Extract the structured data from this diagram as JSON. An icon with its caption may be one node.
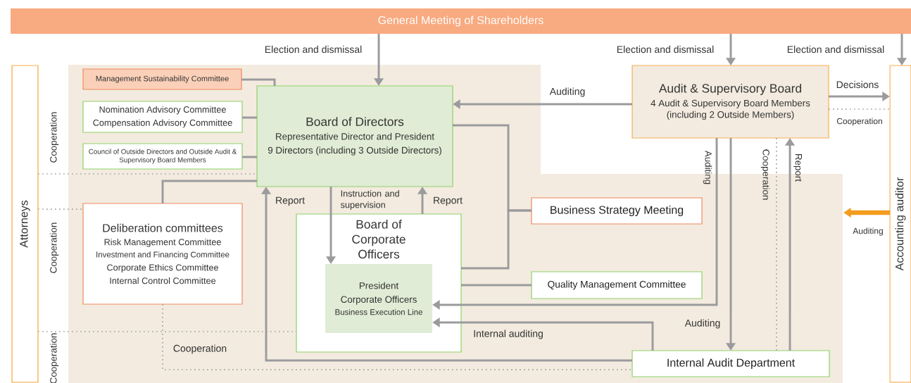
{
  "diagram": {
    "nodes": [
      {
        "text": [
          "General Meeting of Shareholders"
        ]
      },
      {
        "text": [
          "Attorneys"
        ]
      },
      {
        "text": [
          "Accounting auditor"
        ]
      },
      {
        "text": [
          "Management Sustainability Committee"
        ]
      },
      {
        "text": [
          "Nomination Advisory Committee",
          "Compensation Advisory Committee"
        ]
      },
      {
        "text": [
          "Council of Outside Directors and Outside Audit & Supervisory Board Members"
        ]
      },
      {
        "text": [
          "Board of Directors",
          "Representative Director and President",
          "9 Directors (including 3 Outside Directors)"
        ]
      },
      {
        "text": [
          "Audit & Supervisory Board",
          "4 Audit & Supervisory Board Members (including 2 Outside Members)"
        ]
      },
      {
        "text": [
          "Deliberation committees",
          "Risk Management Committee",
          "Investment and Financing Committee",
          "Corporate Ethics Committee",
          "Internal Control Committee"
        ]
      },
      {
        "text": [
          "Board of Corporate Officers"
        ]
      },
      {
        "text": [
          "President",
          "Corporate Officers",
          "Business Execution Line"
        ],
        "in": 9
      },
      {
        "text": [
          "Business Strategy Meeting"
        ]
      },
      {
        "text": [
          "Quality Management Committee"
        ]
      },
      {
        "text": [
          "Internal Audit Department"
        ]
      }
    ],
    "edges": [
      {
        "from": 0,
        "to": 6,
        "arrow": "to",
        "label": "Election and dismissal"
      },
      {
        "from": 0,
        "to": 7,
        "arrow": "to",
        "label": "Election and dismissal"
      },
      {
        "from": 0,
        "to": 2,
        "arrow": "to",
        "label": "Election and dismissal"
      },
      {
        "from": 3,
        "to": 6,
        "arrow": "none"
      },
      {
        "from": 4,
        "to": 6,
        "arrow": "none"
      },
      {
        "from": 5,
        "to": 6,
        "arrow": "none"
      },
      {
        "from": 7,
        "to": 6,
        "arrow": "to",
        "label": "Auditing"
      },
      {
        "from": 7,
        "to": 2,
        "arrow": "to",
        "label": "Decisions"
      },
      {
        "from": 7,
        "to": 2,
        "arrow": "none",
        "style": "dashed",
        "label": "Cooperation"
      },
      {
        "from": 1,
        "to": 6,
        "arrow": "none",
        "style": "dashed",
        "label": "Cooperation"
      },
      {
        "from": 1,
        "to": 8,
        "arrow": "none",
        "style": "dashed",
        "label": "Cooperation"
      },
      {
        "from": 1,
        "to": 9,
        "arrow": "none",
        "style": "dashed",
        "label": "Cooperation"
      },
      {
        "from": 8,
        "to": 6,
        "arrow": "none"
      },
      {
        "from": 6,
        "to": 10,
        "arrow": "to",
        "label": "Instruction and supervision"
      },
      {
        "from": 9,
        "to": 6,
        "arrow": "to",
        "label": "Report"
      },
      {
        "from": 13,
        "to": 6,
        "arrow": "to",
        "label": "Report"
      },
      {
        "from": 6,
        "to": 11,
        "arrow": "none"
      },
      {
        "from": 9,
        "to": 11,
        "arrow": "none"
      },
      {
        "from": 9,
        "to": 12,
        "arrow": "none"
      },
      {
        "from": 7,
        "to": 10,
        "arrow": "to",
        "label": "Auditing"
      },
      {
        "from": 7,
        "to": 13,
        "arrow": "to",
        "label": "Auditing"
      },
      {
        "from": 13,
        "to": 7,
        "arrow": "to",
        "label": "Report"
      },
      {
        "from": 7,
        "to": 13,
        "arrow": "none",
        "style": "dashed",
        "label": "Cooperation"
      },
      {
        "from": 13,
        "to": 10,
        "arrow": "to",
        "label": "Internal auditing"
      },
      {
        "from": 8,
        "to": 13,
        "arrow": "none",
        "style": "dashed",
        "label": "Cooperation"
      },
      {
        "from": 2,
        "to": null,
        "arrow": "to",
        "style": "thick",
        "color": "#f39c1e",
        "label": "Auditing"
      }
    ]
  }
}
